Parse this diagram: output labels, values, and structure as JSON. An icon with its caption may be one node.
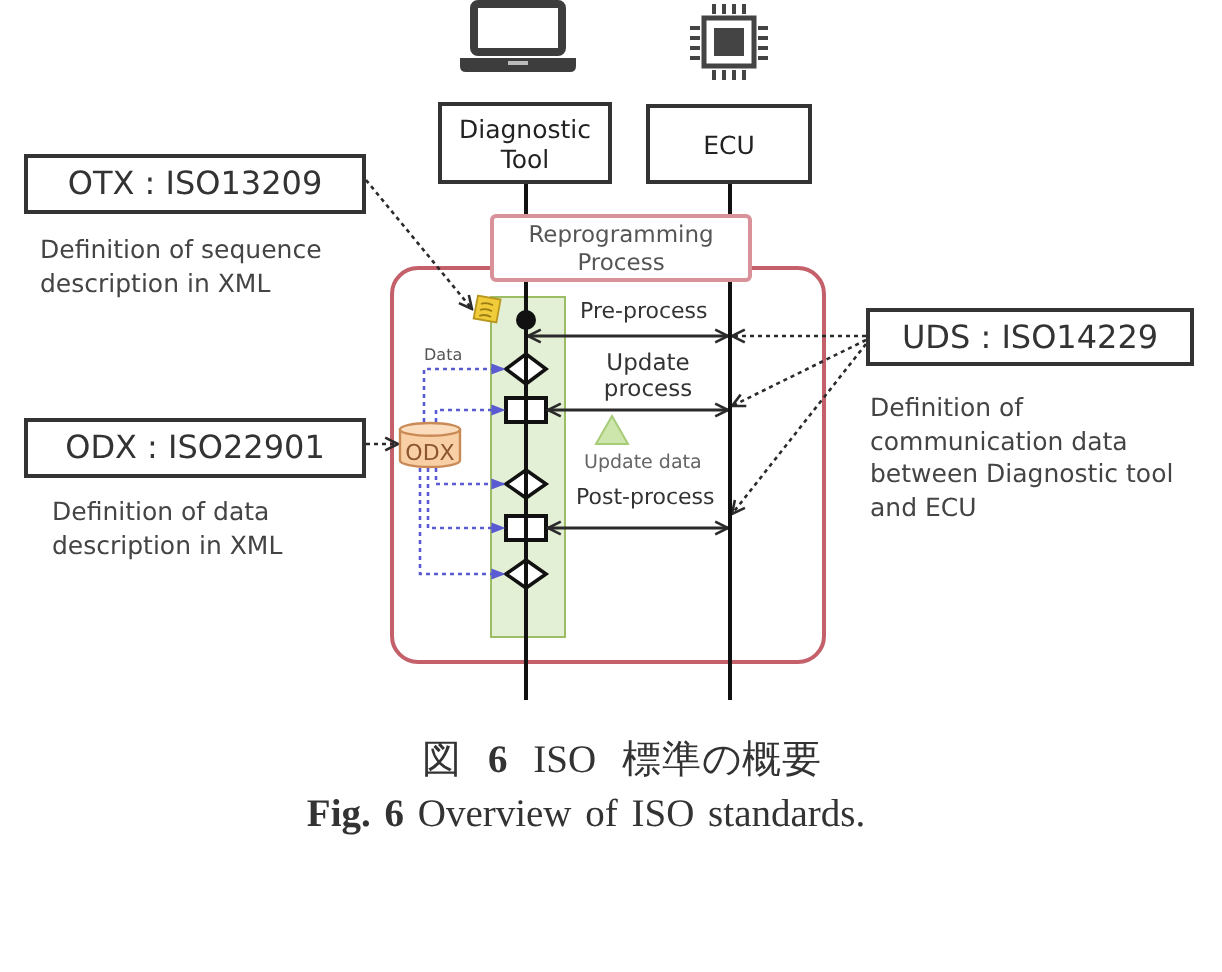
{
  "diagram": {
    "caption": "図 **6** ISO 標準の概要",
    "nodes": [
      {
        "text": [
          "Diagnostic Tool"
        ]
      },
      {
        "text": [
          "ECU"
        ]
      },
      {
        "text": [],
        "shape": "line"
      },
      {
        "text": [],
        "shape": "line"
      },
      {
        "text": [
          "OTX : ISO13209"
        ],
        "beside": [
          "Definition of sequence description in XML"
        ]
      },
      {
        "text": [
          "Reprogramming Process"
        ]
      },
      {
        "text": [],
        "shape": "picture",
        "in": 5
      },
      {
        "text": [],
        "shape": "bar",
        "in": 5
      },
      {
        "text": [],
        "shape": "circle",
        "in": 7
      },
      {
        "text": [],
        "shape": "diamond",
        "in": 7
      },
      {
        "text": [],
        "shape": "box",
        "in": 7
      },
      {
        "text": [],
        "shape": "diamond",
        "in": 7
      },
      {
        "text": [],
        "shape": "box",
        "in": 7
      },
      {
        "text": [],
        "shape": "diamond",
        "in": 7
      },
      {
        "text": [
          "ODX"
        ],
        "in": 5
      },
      {
        "text": [],
        "shape": "triangle",
        "beside": [
          "Update data"
        ],
        "in": 5
      },
      {
        "text": [
          "UDS : ISO14229"
        ],
        "beside": [
          "Definition of communication data between Diagnostic tool and ECU"
        ]
      },
      {
        "text": [
          "ODX : ISO22901"
        ],
        "beside": [
          "Definition of data description in XML"
        ]
      }
    ],
    "edges": [
      {
        "from": 4,
        "to": 6,
        "arrow": "to",
        "style": "dashed"
      },
      {
        "from": 17,
        "to": 14,
        "arrow": "to",
        "style": "dashed"
      },
      {
        "from": 14,
        "to": 9,
        "arrow": "to",
        "style": "dashed",
        "color": "#5a5ad2",
        "label": "Data"
      },
      {
        "from": 14,
        "to": 10,
        "arrow": "to",
        "style": "dashed",
        "color": "#5a5ad2"
      },
      {
        "from": 14,
        "to": 11,
        "arrow": "to",
        "style": "dashed",
        "color": "#5a5ad2"
      },
      {
        "from": 14,
        "to": 12,
        "arrow": "to",
        "style": "dashed",
        "color": "#5a5ad2"
      },
      {
        "from": 14,
        "to": 13,
        "arrow": "to",
        "style": "dashed",
        "color": "#5a5ad2"
      },
      {
        "from": 2,
        "to": 3,
        "arrow": "both",
        "label": "Pre-process"
      },
      {
        "from": 10,
        "to": 3,
        "arrow": "both",
        "label": "Update process"
      },
      {
        "from": 12,
        "to": 3,
        "arrow": "both",
        "label": "Post-process"
      },
      {
        "from": 16,
        "to": 3,
        "arrow": "to",
        "style": "dashed"
      },
      {
        "from": 16,
        "to": 3,
        "arrow": "to",
        "style": "dashed"
      },
      {
        "from": 16,
        "to": 3,
        "arrow": "to",
        "style": "dashed"
      }
    ],
    "labels": [
      "**Fig. 6** Overview of ISO standards."
    ]
  }
}
